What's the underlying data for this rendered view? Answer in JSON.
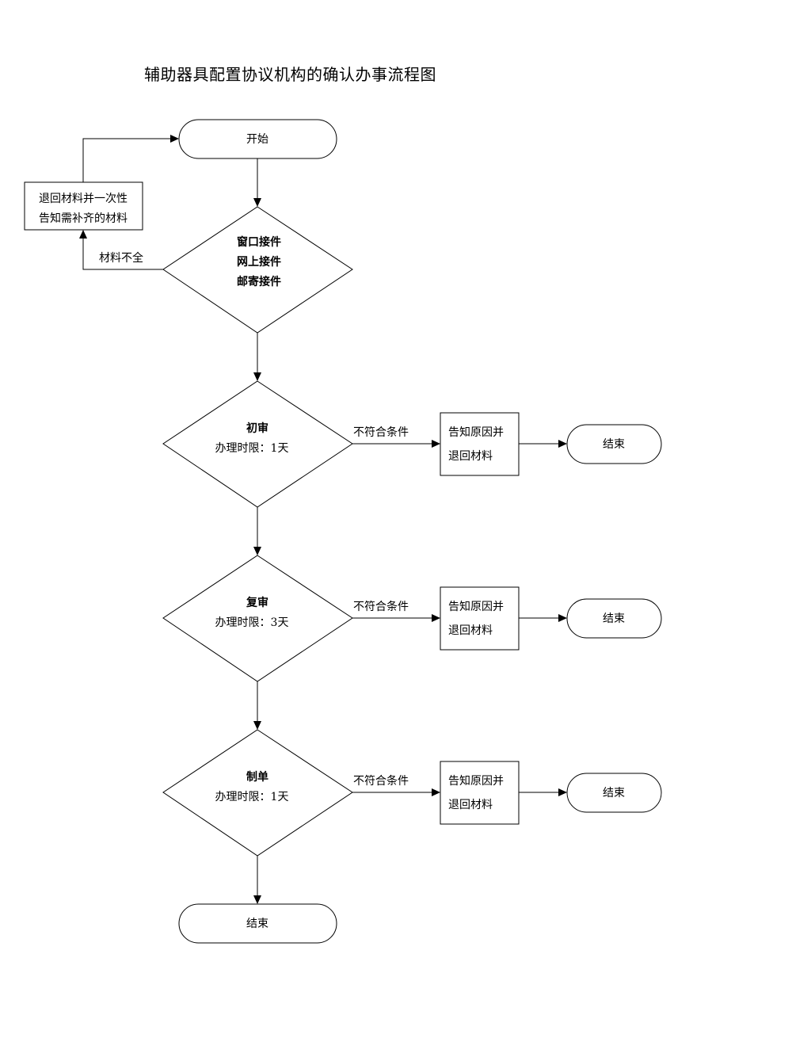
{
  "title": "辅助器具配置协议机构的确认办事流程图",
  "nodes": {
    "start": "开始",
    "return_box": [
      "退回材料并一次性",
      "告知需补齐的材料"
    ],
    "intake": [
      "窗口接件",
      "网上接件",
      "邮寄接件"
    ],
    "review1": {
      "title": "初审",
      "time": "办理时限：1天"
    },
    "review2": {
      "title": "复审",
      "time": "办理时限：3天"
    },
    "review3": {
      "title": "制单",
      "time": "办理时限：1天"
    },
    "reject1": [
      "告知原因并",
      "退回材料"
    ],
    "reject2": [
      "告知原因并",
      "退回材料"
    ],
    "reject3": [
      "告知原因并",
      "退回材料"
    ],
    "end1": "结束",
    "end2": "结束",
    "end3": "结束",
    "end_final": "结束"
  },
  "edge_labels": {
    "incomplete": "材料不全",
    "not_qualified1": "不符合条件",
    "not_qualified2": "不符合条件",
    "not_qualified3": "不符合条件"
  }
}
